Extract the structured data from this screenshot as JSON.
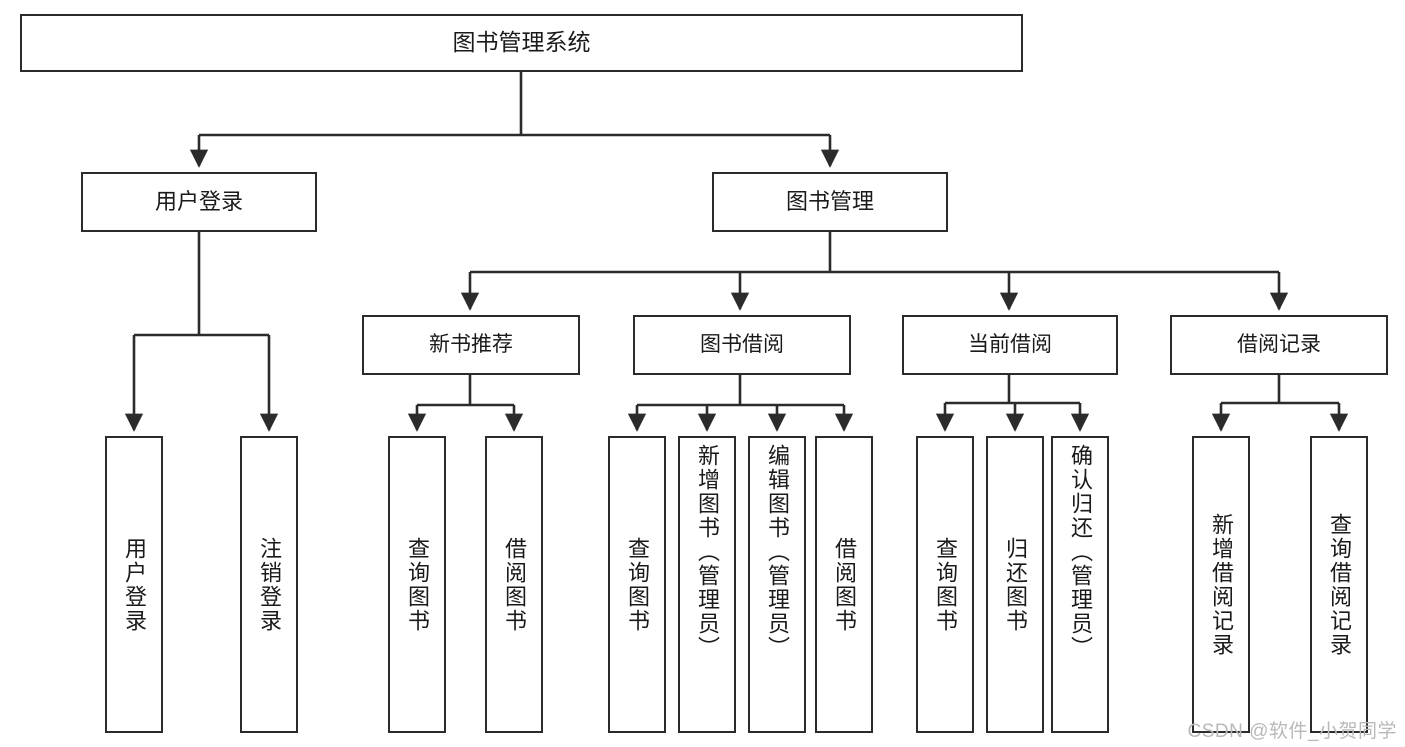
{
  "diagram": {
    "title": "图书管理系统",
    "watermark": "CSDN @软件_小贺同学",
    "colors": {
      "box_border": "#2b2b2b",
      "box_fill": "#ffffff",
      "edge": "#2b2b2b",
      "text": "#1a1a1a",
      "watermark": "#b9b9b9",
      "background": "#ffffff"
    },
    "nodes": {
      "root": {
        "label": "图书管理系统"
      },
      "level1": [
        {
          "id": "user-login",
          "label": "用户登录"
        },
        {
          "id": "book-manage",
          "label": "图书管理"
        }
      ],
      "level2": [
        {
          "id": "new-book-recommend",
          "label": "新书推荐"
        },
        {
          "id": "book-borrow",
          "label": "图书借阅"
        },
        {
          "id": "current-borrow",
          "label": "当前借阅"
        },
        {
          "id": "borrow-record",
          "label": "借阅记录"
        }
      ],
      "leaves": {
        "user_login": [
          {
            "id": "leaf-user-login",
            "label": "用户登录"
          },
          {
            "id": "leaf-logout-login",
            "label": "注销登录"
          }
        ],
        "new_book_recommend": [
          {
            "id": "leaf-query-book-1",
            "label": "查询图书"
          },
          {
            "id": "leaf-borrow-book-1",
            "label": "借阅图书"
          }
        ],
        "book_borrow": [
          {
            "id": "leaf-query-book-2",
            "label": "查询图书"
          },
          {
            "id": "leaf-add-book-admin",
            "label": "新增图书（管理员）"
          },
          {
            "id": "leaf-edit-book-admin",
            "label": "编辑图书（管理员）"
          },
          {
            "id": "leaf-borrow-book-2",
            "label": "借阅图书"
          }
        ],
        "current_borrow": [
          {
            "id": "leaf-query-book-3",
            "label": "查询图书"
          },
          {
            "id": "leaf-return-book",
            "label": "归还图书"
          },
          {
            "id": "leaf-confirm-return-admin",
            "label": "确认归还（管理员）"
          }
        ],
        "borrow_record": [
          {
            "id": "leaf-add-borrow-record",
            "label": "新增借阅记录"
          },
          {
            "id": "leaf-query-borrow-record",
            "label": "查询借阅记录"
          }
        ]
      }
    }
  }
}
